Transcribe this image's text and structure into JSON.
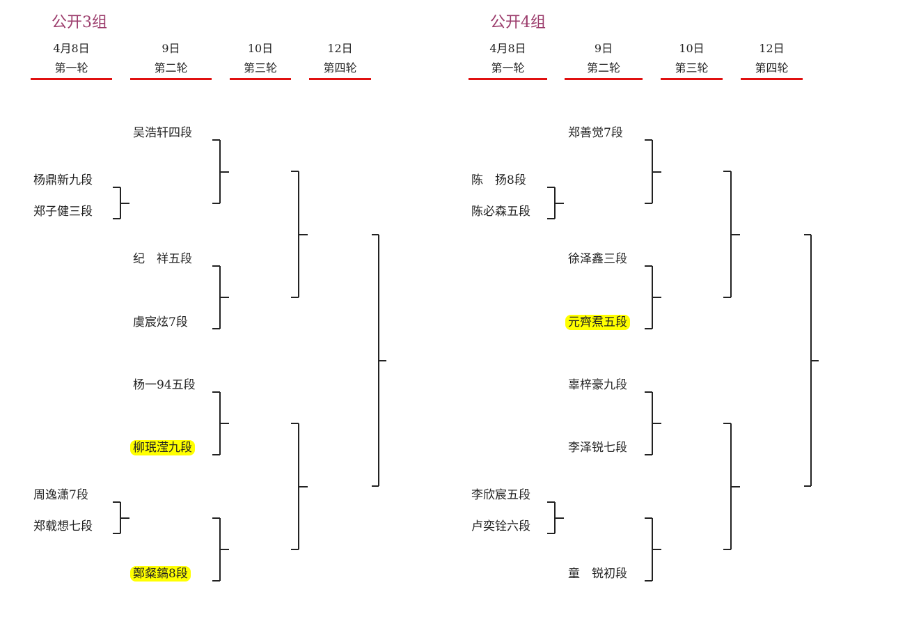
{
  "groups": [
    {
      "title": "公开3组",
      "rounds": [
        {
          "date": "4月8日",
          "label": "第一轮"
        },
        {
          "date": "9日",
          "label": "第二轮"
        },
        {
          "date": "10日",
          "label": "第三轮"
        },
        {
          "date": "12日",
          "label": "第四轮"
        }
      ],
      "round1": [
        "杨鼎新九段",
        "郑子健三段",
        "周逸潇7段",
        "郑载想七段"
      ],
      "round2": [
        {
          "name": "吴浩轩四段",
          "highlight": false
        },
        {
          "name": "纪　祥五段",
          "highlight": false
        },
        {
          "name": "虞宸炫7段",
          "highlight": false
        },
        {
          "name": "杨一94五段",
          "highlight": false
        },
        {
          "name": "柳珉滢九段",
          "highlight": true
        },
        {
          "name": "鄭粲鎬8段",
          "highlight": true
        }
      ]
    },
    {
      "title": "公开4组",
      "rounds": [
        {
          "date": "4月8日",
          "label": "第一轮"
        },
        {
          "date": "9日",
          "label": "第二轮"
        },
        {
          "date": "10日",
          "label": "第三轮"
        },
        {
          "date": "12日",
          "label": "第四轮"
        }
      ],
      "round1": [
        "陈　扬8段",
        "陈必森五段",
        "李欣宸五段",
        "卢奕铨六段"
      ],
      "round2": [
        {
          "name": "郑善觉7段",
          "highlight": false
        },
        {
          "name": "徐泽鑫三段",
          "highlight": false
        },
        {
          "name": "元齊焄五段",
          "highlight": true
        },
        {
          "name": "辜梓豪九段",
          "highlight": false
        },
        {
          "name": "李泽锐七段",
          "highlight": false
        },
        {
          "name": "童　锐初段",
          "highlight": false
        }
      ]
    }
  ],
  "colors": {
    "title": "#9b3b6b",
    "underline": "#e01010",
    "highlight": "#ffff00"
  }
}
